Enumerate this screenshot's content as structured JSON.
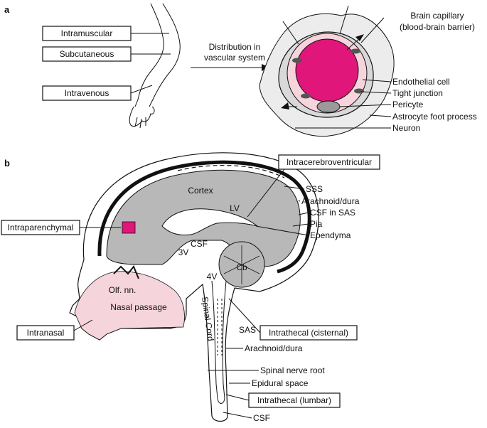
{
  "panel_a": {
    "letter": "a",
    "routes": [
      "Intramuscular",
      "Subcutaneous",
      "Intravenous"
    ],
    "distribution": [
      "Distribution in",
      "vascular system"
    ],
    "capillary_title": [
      "Brain capillary",
      "(blood-brain barrier)"
    ],
    "capillary_labels": [
      "Endothelial cell",
      "Tight junction",
      "Pericyte",
      "Astrocyte foot process",
      "Neuron"
    ]
  },
  "panel_b": {
    "letter": "b",
    "boxed": {
      "icv": "Intracerebroventricular",
      "intraparenchymal": "Intraparenchymal",
      "intranasal": "Intranasal",
      "cisternal": "Intrathecal (cisternal)",
      "lumbar": "Intrathecal (lumbar)"
    },
    "right_labels": [
      "SSS",
      "Arachnoid/dura",
      "CSF in SAS",
      "Pia",
      "Ependyma"
    ],
    "spinal_labels": [
      "SAS",
      "Arachnoid/dura",
      "Spinal nerve root",
      "Epidural space",
      "CSF"
    ],
    "inner": {
      "cortex": "Cortex",
      "lv": "LV",
      "csf": "CSF",
      "v3": "3V",
      "v4": "4V",
      "cb": "Cb",
      "olf": "Olf. nn.",
      "nasal": "Nasal passage",
      "cord": "Spinal Cord"
    }
  },
  "colors": {
    "pink": "#f6d4dc",
    "magenta": "#e0167a",
    "gray": "#b8b8b8",
    "dark": "#222222"
  }
}
